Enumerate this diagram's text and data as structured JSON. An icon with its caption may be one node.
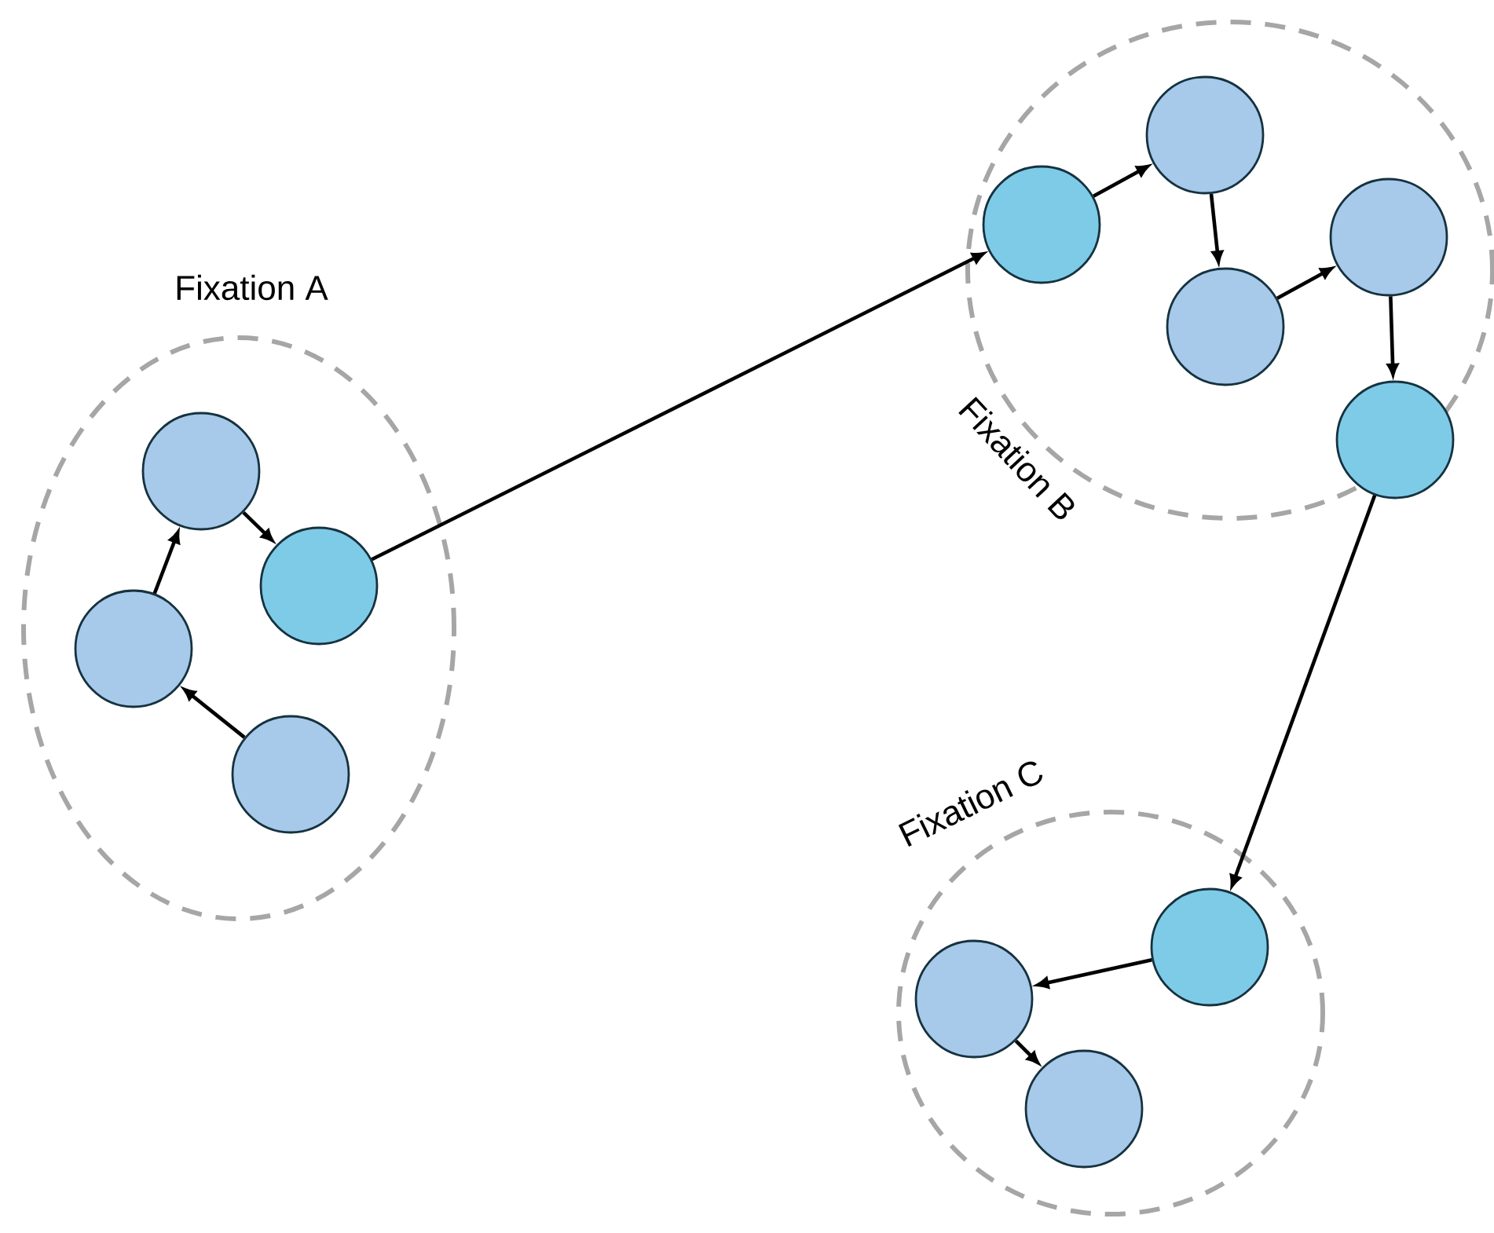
{
  "diagram": {
    "nodes": [
      {
        "text": [
          "Fixation A"
        ]
      },
      {
        "text": [],
        "shape": "circle",
        "in": 0
      },
      {
        "text": [],
        "shape": "circle",
        "in": 0
      },
      {
        "text": [],
        "shape": "circle",
        "in": 0
      },
      {
        "text": [],
        "shape": "circle",
        "in": 0
      },
      {
        "text": [
          "Fixation B"
        ]
      },
      {
        "text": [],
        "shape": "circle",
        "in": 5
      },
      {
        "text": [],
        "shape": "circle",
        "in": 5
      },
      {
        "text": [],
        "shape": "circle",
        "in": 5
      },
      {
        "text": [],
        "shape": "circle",
        "in": 5
      },
      {
        "text": [],
        "shape": "circle",
        "in": 5
      },
      {
        "text": [
          "Fixation C"
        ]
      },
      {
        "text": [],
        "shape": "circle",
        "in": 11
      },
      {
        "text": [],
        "shape": "circle",
        "in": 11
      },
      {
        "text": [],
        "shape": "circle",
        "in": 11
      }
    ],
    "edges": [
      {
        "from": 4,
        "to": 3,
        "arrow": "to"
      },
      {
        "from": 3,
        "to": 1,
        "arrow": "to"
      },
      {
        "from": 1,
        "to": 2,
        "arrow": "to"
      },
      {
        "from": 2,
        "to": 7,
        "arrow": "to"
      },
      {
        "from": 7,
        "to": 6,
        "arrow": "to"
      },
      {
        "from": 6,
        "to": 9,
        "arrow": "to"
      },
      {
        "from": 9,
        "to": 8,
        "arrow": "to"
      },
      {
        "from": 8,
        "to": 10,
        "arrow": "to"
      },
      {
        "from": 10,
        "to": 12,
        "arrow": "to"
      },
      {
        "from": 12,
        "to": 13,
        "arrow": "to"
      },
      {
        "from": 13,
        "to": 14,
        "arrow": "to"
      }
    ]
  }
}
